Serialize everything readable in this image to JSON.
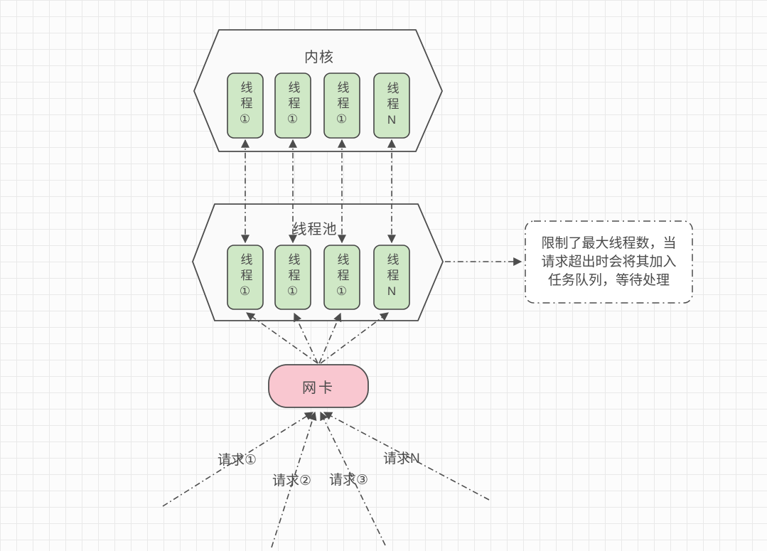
{
  "kernel": {
    "label": "内核",
    "threads": [
      "线程①",
      "线程①",
      "线程①",
      "线程N"
    ]
  },
  "thread_pool": {
    "label": "线程池",
    "threads": [
      "线程①",
      "线程①",
      "线程①",
      "线程N"
    ]
  },
  "network_card": {
    "label": "网卡"
  },
  "note": {
    "lines": [
      "限制了最大线程数，当",
      "请求超出时会将其加入",
      "任务队列，等待处理"
    ]
  },
  "requests": {
    "labels": [
      "请求①",
      "请求②",
      "请求③",
      "请求N"
    ]
  },
  "colors": {
    "background": "#fcfcfc",
    "grid": "#e9e9e9",
    "container_fill": "#fafafa",
    "container_border": "#4d4d4d",
    "thread_box_fill": "#cfe8c6",
    "thread_box_border": "#454545",
    "network_card_fill": "#f9c7d0",
    "line": "#4d4d4d",
    "text": "#4a4a4a"
  }
}
